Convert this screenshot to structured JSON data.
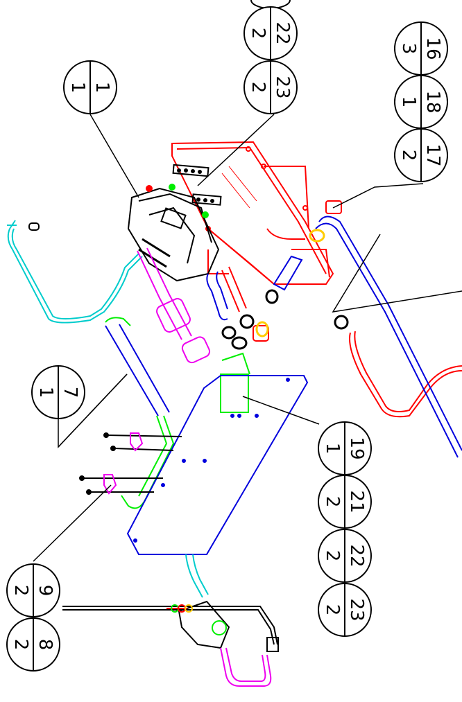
{
  "balloons": [
    {
      "id": "b-partial",
      "item": "",
      "qty": ""
    },
    {
      "id": "b-22-top",
      "item": "22",
      "qty": "2"
    },
    {
      "id": "b-23-top",
      "item": "23",
      "qty": "2"
    },
    {
      "id": "b-1",
      "item": "1",
      "qty": "1"
    },
    {
      "id": "b-16",
      "item": "16",
      "qty": "3"
    },
    {
      "id": "b-18",
      "item": "18",
      "qty": "1"
    },
    {
      "id": "b-17",
      "item": "17",
      "qty": "2"
    },
    {
      "id": "b-7",
      "item": "7",
      "qty": "1"
    },
    {
      "id": "b-19",
      "item": "19",
      "qty": "1"
    },
    {
      "id": "b-21",
      "item": "21",
      "qty": "2"
    },
    {
      "id": "b-22-bot",
      "item": "22",
      "qty": "2"
    },
    {
      "id": "b-23-bot",
      "item": "23",
      "qty": "2"
    },
    {
      "id": "b-9",
      "item": "9",
      "qty": "2"
    },
    {
      "id": "b-8",
      "item": "8",
      "qty": "2"
    }
  ],
  "colors": {
    "frame": "#ff0000",
    "plate": "#0000dd",
    "hose_cyan": "#00cccc",
    "hose_magenta": "#ee00ee",
    "pipe_green": "#00ee00",
    "pipe_blue": "#0000dd",
    "part_black": "#000000",
    "part_yellow": "#ffcc00"
  }
}
